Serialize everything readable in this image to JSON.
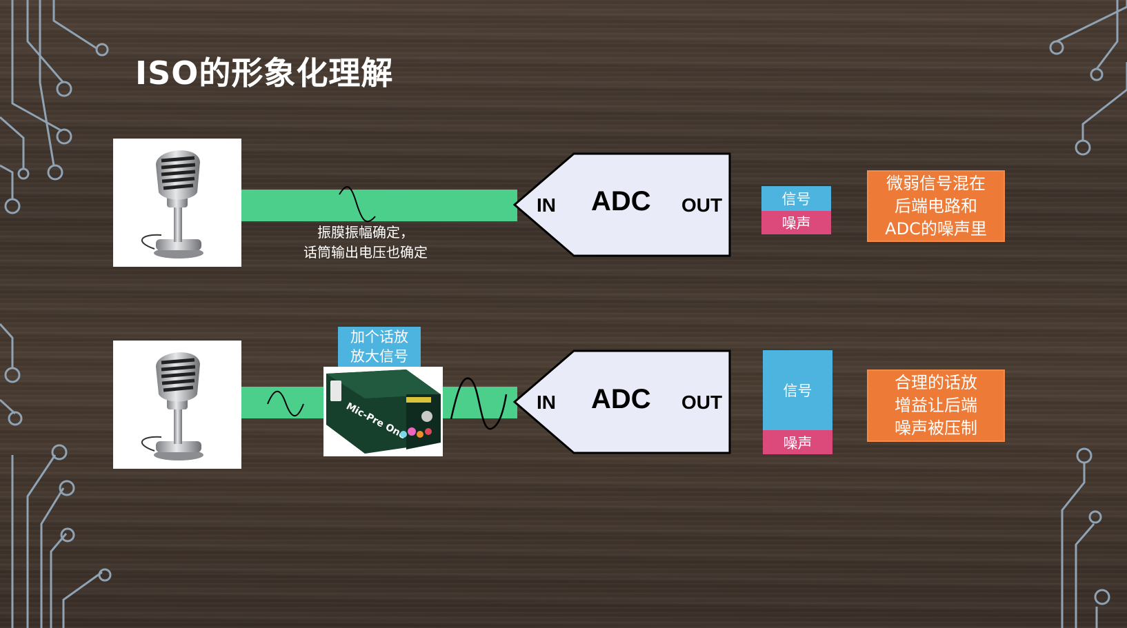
{
  "slide": {
    "title": "ISO的形象化理解"
  },
  "adc": {
    "name": "ADC",
    "in_label": "IN",
    "out_label": "OUT"
  },
  "row1": {
    "caption_line1": "振膜振幅确定，",
    "caption_line2": "话筒输出电压也确定",
    "signal_label": "信号",
    "noise_label": "噪声",
    "note_lines": [
      "微弱信号混在",
      "后端电路和",
      "ADC的噪声里"
    ]
  },
  "row2": {
    "amp_label_line1": "加个话放",
    "amp_label_line2": "放大信号",
    "amp_device_text": "Mic-Pre One",
    "signal_label": "信号",
    "noise_label": "噪声",
    "note_lines": [
      "合理的话放",
      "增益让后端",
      "噪声被压制"
    ]
  },
  "colors": {
    "signal_band": "#4dcf8c",
    "signal_block": "#4db4df",
    "noise_block": "#dc4a7c",
    "note_box": "#ee7a37",
    "adc_fill": "#e9ecf8"
  },
  "icons": {
    "microphone": "microphone-icon",
    "sine_wave": "sine-wave-icon",
    "preamp": "preamp-device-icon"
  }
}
